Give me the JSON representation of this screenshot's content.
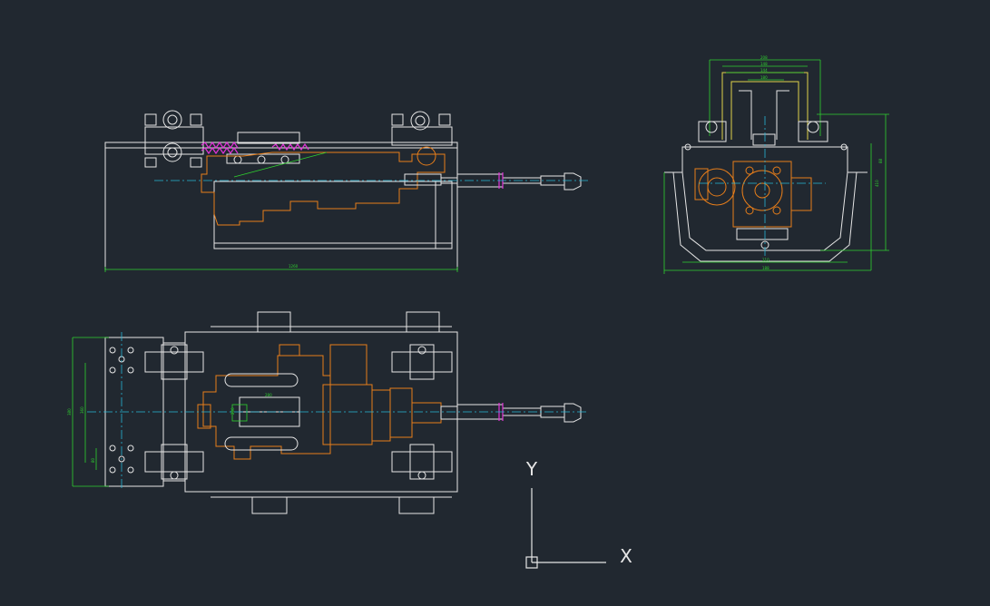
{
  "colors": {
    "background": "#212830",
    "lines": "#e6e6e6",
    "part": "#e87e1a",
    "dimension": "#2fd12f",
    "centerline": "#27b6d6",
    "bracket": "#e0d24a",
    "spring": "#e234d8"
  },
  "dimensions": {
    "front_length": "1260",
    "side_width": "188",
    "side_inner": "110",
    "side_height": "410",
    "side_h2": "88",
    "top_w1": "208",
    "top_w2": "148",
    "top_w3": "144",
    "top_w4": "180",
    "plan_height": "380",
    "plan_inner": "360",
    "plan_small": "80",
    "plan_w1": "280",
    "plan_w2": "200"
  },
  "ucs": {
    "x_label": "X",
    "y_label": "Y"
  }
}
